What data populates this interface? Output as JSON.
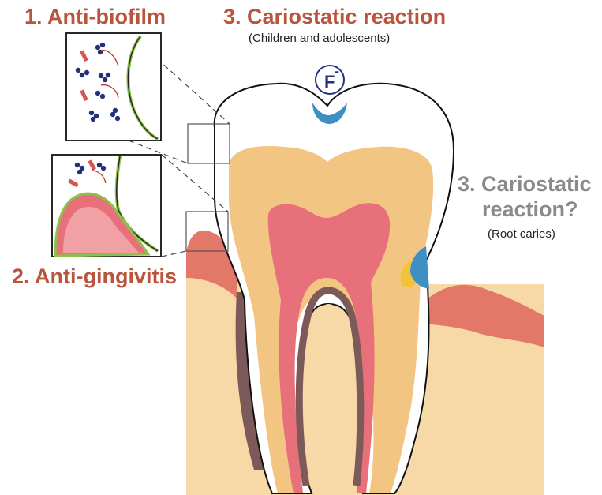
{
  "labels": {
    "anti_biofilm": "1. Anti-biofilm",
    "anti_gingivitis": "2. Anti-gingivitis",
    "cariostatic_top": "3. Cariostatic reaction",
    "cariostatic_top_sub": "(Children and adolescents)",
    "cariostatic_root_line1": "3. Cariostatic",
    "cariostatic_root_line2": "reaction?",
    "cariostatic_root_sub": "(Root caries)",
    "fluoride_symbol": "F",
    "fluoride_charge": "-"
  },
  "colors": {
    "title_red": "#B8553C",
    "title_gray": "#8A8A8A",
    "bone": "#F6D9A6",
    "dentin": "#F3C583",
    "pulp": "#E8707A",
    "gum": "#E37869",
    "root_surface": "#7D5A5A",
    "fluoride_blue": "#3E8FC4",
    "caries_yellow": "#F2C23D",
    "bacteria": "#23317A",
    "biofilm_green": "#8BC34A"
  }
}
